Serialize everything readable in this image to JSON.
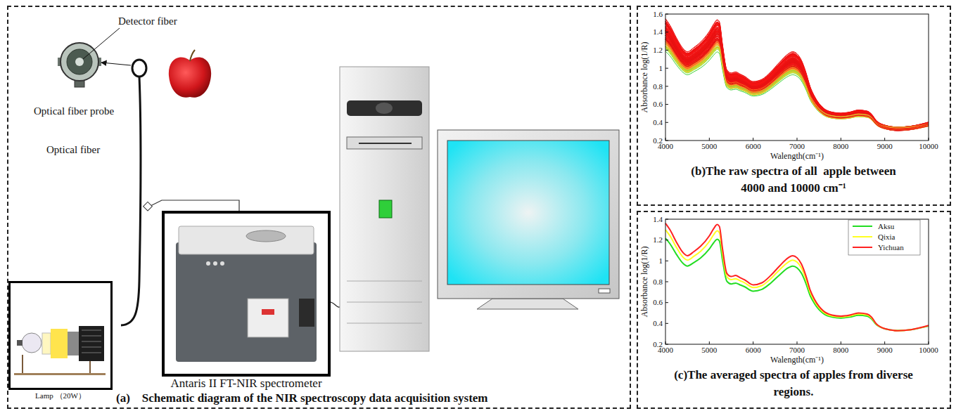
{
  "diagram": {
    "nodes": [
      {
        "text": [
          "(a)    Schematic diagram of the NIR spectroscopy data acquisition system"
        ]
      },
      {
        "text": [
          "Antaris II FT-NIR spectrometer"
        ],
        "in": 0
      },
      {
        "text": [
          "Lamp （20W）"
        ],
        "in": 0
      },
      {
        "text": [
          "(b)The raw spectra of all  apple between 4000 and 10000 cm⁻¹"
        ]
      },
      {
        "text": [
          "(c)The averaged spectra of apples from diverse regions."
        ]
      }
    ],
    "labels": [
      "Detector fiber",
      "Optical fiber probe",
      "Optical fiber",
      "1.6",
      "1.4",
      "1.2",
      "1",
      "0.8",
      "0.6",
      "0.4",
      "0.2",
      "Absorbance log(1/R)",
      "4000",
      "5000",
      "6000",
      "7000",
      "8000",
      "9000",
      "10000",
      "Walength(cm⁻¹)",
      "1.4",
      "1.2",
      "1",
      "0.8",
      "0.6",
      "0.4",
      "0.2",
      "Absorbance log(1/R)",
      "4000",
      "5000",
      "6000",
      "7000",
      "8000",
      "9000",
      "10000",
      "Walength(cm⁻¹)"
    ],
    "legend": [
      {
        "text": "Aksu"
      },
      {
        "text": "Qixia"
      },
      {
        "text": "Yichuan"
      }
    ]
  }
}
